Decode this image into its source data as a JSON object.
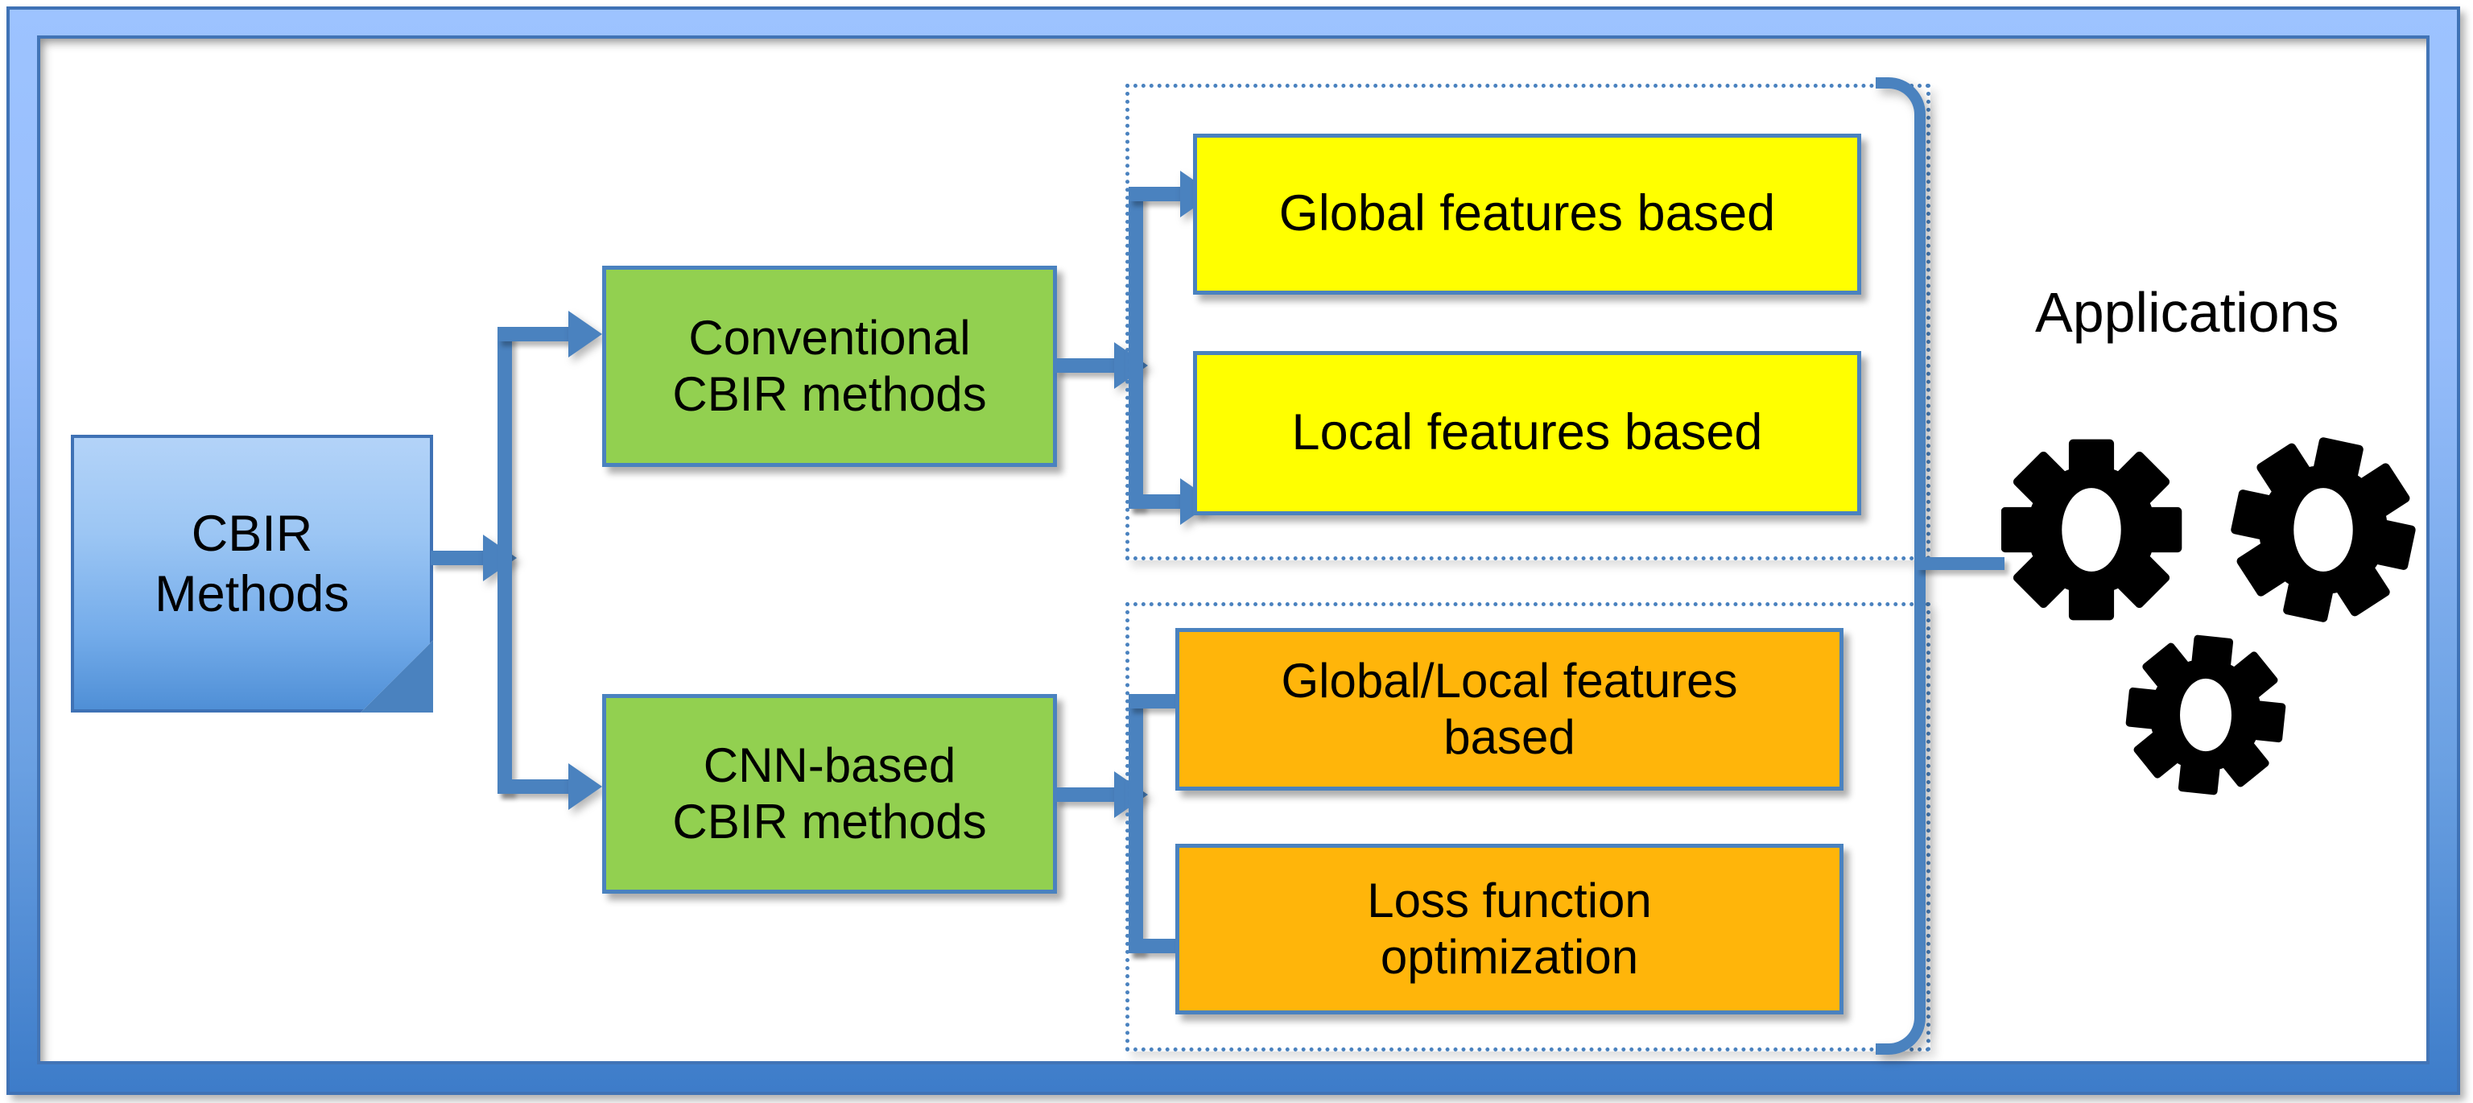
{
  "diagram": {
    "title": "CBIR Methods taxonomy flow diagram",
    "root": {
      "label_line1": "CBIR",
      "label_line2": "Methods",
      "shape": "folded-corner-document",
      "fill": "#74ACEA",
      "border": "#3F72B5"
    },
    "branches": [
      {
        "id": "conventional",
        "label_line1": "Conventional",
        "label_line2": "CBIR methods",
        "fill": "#92D050",
        "border": "#4A82BF",
        "children_group_border": "dotted",
        "children": [
          {
            "id": "global-features",
            "label": "Global features based",
            "fill": "#FFFF00",
            "border": "#4A82BF"
          },
          {
            "id": "local-features",
            "label": "Local features based",
            "fill": "#FFFF00",
            "border": "#4A82BF"
          }
        ]
      },
      {
        "id": "cnn-based",
        "label_line1": "CNN-based",
        "label_line2": "CBIR methods",
        "fill": "#92D050",
        "border": "#4A82BF",
        "children_group_border": "dotted",
        "children": [
          {
            "id": "global-local-features",
            "label_line1": "Global/Local features",
            "label_line2": "based",
            "fill": "#FFB50A",
            "border": "#4A82BF"
          },
          {
            "id": "loss-function",
            "label_line1": "Loss function",
            "label_line2": "optimization",
            "fill": "#FFB50A",
            "border": "#4A82BF"
          }
        ]
      }
    ],
    "output": {
      "label": "Applications",
      "icon": "gears-icon",
      "gear_count": 3,
      "gear_color": "#000000"
    },
    "connector_color": "#4A82BF",
    "frame": {
      "outer_border": "#3F72B5",
      "gradient_top": "#9DC3FF",
      "gradient_bottom": "#3D7CC9",
      "inner_border": "#4274B6",
      "background": "#FFFFFF"
    }
  }
}
